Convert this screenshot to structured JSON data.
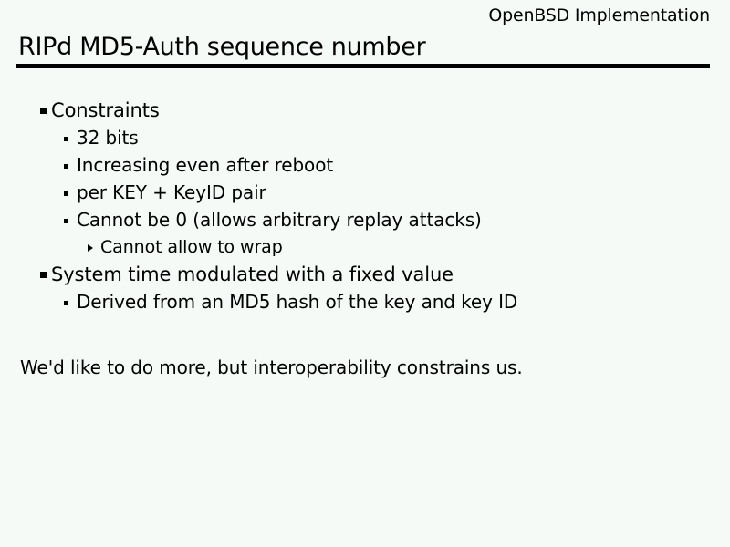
{
  "slide": {
    "header": "OpenBSD Implementation",
    "title": "RIPd MD5-Auth sequence number",
    "background_color": "#f5faf7",
    "text_color": "#000000",
    "rule_color": "#000000",
    "bullets": [
      {
        "level": 1,
        "marker": "square-bullet",
        "text": "Constraints"
      },
      {
        "level": 2,
        "marker": "small-square-bullet",
        "text": "32 bits"
      },
      {
        "level": 2,
        "marker": "small-square-bullet",
        "text": "Increasing even after reboot"
      },
      {
        "level": 2,
        "marker": "small-square-bullet",
        "text": "per KEY + KeyID pair"
      },
      {
        "level": 2,
        "marker": "small-square-bullet",
        "text": "Cannot be 0 (allows arbitrary replay attacks)"
      },
      {
        "level": 3,
        "marker": "triangle-bullet",
        "text": "Cannot allow to wrap"
      },
      {
        "level": 1,
        "marker": "square-bullet",
        "text": "System time modulated with a fixed value"
      },
      {
        "level": 2,
        "marker": "small-square-bullet",
        "text": "Derived from an MD5 hash of the key and key ID"
      }
    ],
    "closing_paragraph": "We'd like to do more, but interoperability constrains us."
  }
}
